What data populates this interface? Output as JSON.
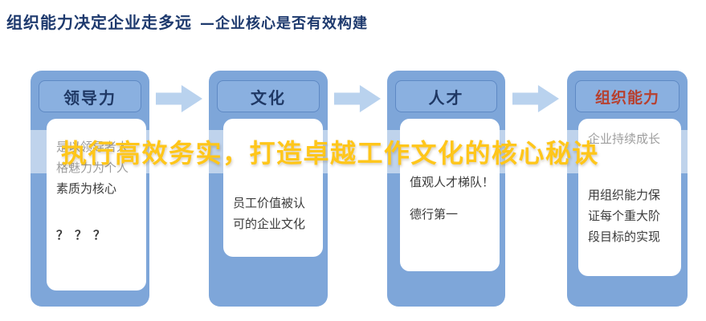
{
  "title": {
    "main": "组织能力决定企业走多远",
    "sub": "—企业核心是否有效构建"
  },
  "overlay": {
    "text": "执行高效务实，打造卓越工作文化的核心秘诀"
  },
  "columns": [
    {
      "header": "领导力",
      "lines": [
        "是以领导者人",
        "格魅力为个人",
        "素质为核心"
      ],
      "question_marks": "？？？"
    },
    {
      "header": "文化",
      "lines": [
        "员工价值被认",
        "可的企业文化"
      ]
    },
    {
      "header": "人才",
      "lines": [
        "值观人才梯队！",
        "德行第一"
      ]
    },
    {
      "header": "组织能力",
      "top_line": "企业持续成长",
      "lines": [
        "用组织能力保",
        "证每个重大阶",
        "段目标的实现"
      ]
    }
  ],
  "colors": {
    "title_text": "#1E3A6E",
    "column_bg": "#7EA6D9",
    "header_text": "#1F3864",
    "header_text_accent": "#B7402F",
    "arrow": "#B9D2EE",
    "overlay_text": "#FFC61A",
    "card_bg": "#FFFFFF"
  }
}
